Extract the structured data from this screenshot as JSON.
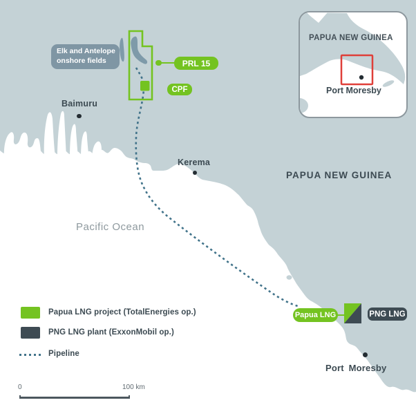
{
  "colors": {
    "land": "#c4d2d6",
    "ocean": "#ffffff",
    "green": "#74c321",
    "dark": "#3e4b53",
    "pipeline": "#41738a",
    "callout_bg": "#7f96a4",
    "field_blob": "#7e9aa9",
    "red_box": "#df3f39",
    "text_dark": "#3c4a52",
    "text_muted": "#8e999e",
    "dot": "#242d33"
  },
  "map": {
    "region_label": "PAPUA NEW GUINEA",
    "ocean_label": "Pacific Ocean",
    "cities": [
      {
        "name": "Baimuru"
      },
      {
        "name": "Kerema"
      },
      {
        "name": "Port Moresby"
      }
    ],
    "callout": {
      "line1": "Elk and Antelope",
      "line2": "onshore fields"
    },
    "labels": {
      "prl15": "PRL 15",
      "cpf": "CPF",
      "papua_lng": "Papua LNG",
      "png_lng": "PNG LNG"
    }
  },
  "inset": {
    "country_label": "PAPUA NEW GUINEA",
    "city_label": "Port Moresby"
  },
  "legend": {
    "items": [
      {
        "swatch": "green",
        "label": "Papua LNG project (TotalEnergies op.)"
      },
      {
        "swatch": "dark",
        "label": "PNG LNG plant (ExxonMobil op.)"
      },
      {
        "swatch": "pipeline",
        "label": "Pipeline"
      }
    ]
  },
  "scale": {
    "start": "0",
    "end": "100 km"
  }
}
